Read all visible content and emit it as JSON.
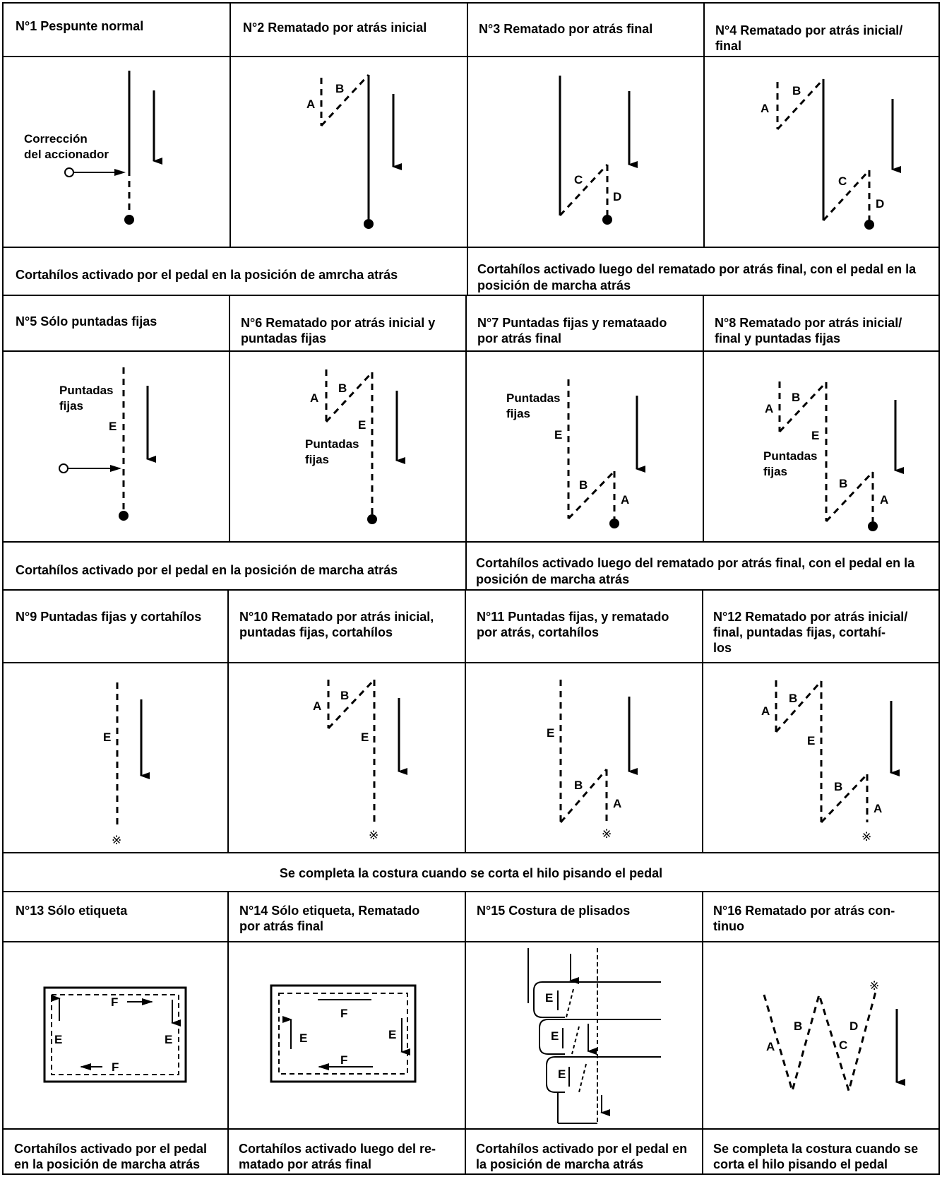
{
  "cells": [
    {
      "num": "N°1",
      "title": "Pespunte normal"
    },
    {
      "num": "N°2",
      "title": "Rematado por atrás inicial"
    },
    {
      "num": "N°3",
      "title": "Rematado por atrás final"
    },
    {
      "num": "N°4",
      "title": "Rematado por atrás inicial/\n final"
    },
    {
      "num": "N°5",
      "title": "Sólo puntadas fijas"
    },
    {
      "num": "N°6",
      "title": "Rematado por atrás inicial y\n puntadas fijas"
    },
    {
      "num": "N°7",
      "title": "Puntadas fijas y remataado\n por atrás final"
    },
    {
      "num": "N°8",
      "title": "Rematado por atrás inicial/\n final y puntadas fijas"
    },
    {
      "num": "N°9",
      "title": "Puntadas fijas y cortahílos"
    },
    {
      "num": "N°10",
      "title": "Rematado por atrás inicial,\n puntadas fijas, cortahílos"
    },
    {
      "num": "N°11",
      "title": "Puntadas fijas, y rematado\n por atrás, cortahílos"
    },
    {
      "num": "N°12",
      "title": "Rematado por atrás inicial/\n final, puntadas fijas, cortahí-\n los"
    },
    {
      "num": "N°13",
      "title": "Sólo etiqueta"
    },
    {
      "num": "N°14",
      "title": "Sólo etiqueta, Rematado\n por atrás final"
    },
    {
      "num": "N°15",
      "title": "Costura de plisados"
    },
    {
      "num": "N°16",
      "title": "Rematado por atrás con-\n tinuo"
    }
  ],
  "bands": {
    "row1_left": "Cortahílos activado por el pedal en la posición de amrcha atrás",
    "row1_right": "Cortahílos activado luego del rematado por atrás final, con el pedal en la\nposición de marcha atrás",
    "row2_left": "Cortahílos activado por el pedal en la posición de marcha atrás",
    "row2_right": "Cortahílos activado luego del rematado por atrás final, con el pedal en la\nposición de marcha atrás",
    "row3_full": "Se completa la costura cuando se corta el hilo pisando el pedal"
  },
  "footers": [
    "Cortahílos activado por el pedal\nen la posición de marcha atrás",
    "Cortahílos activado luego del re-\nmatado por atrás final",
    "Cortahílos activado por el pedal en\nla posición de marcha atrás",
    "Se completa la costura cuando se\ncorta el hilo pisando el pedal"
  ],
  "labels": {
    "correction": "Corrección",
    "actuator": "del accionador",
    "fixed1": "Puntadas",
    "fixed2": "fijas",
    "a": "A",
    "b": "B",
    "c": "C",
    "d": "D",
    "e": "E",
    "f": "F",
    "cut_mark": "※"
  }
}
